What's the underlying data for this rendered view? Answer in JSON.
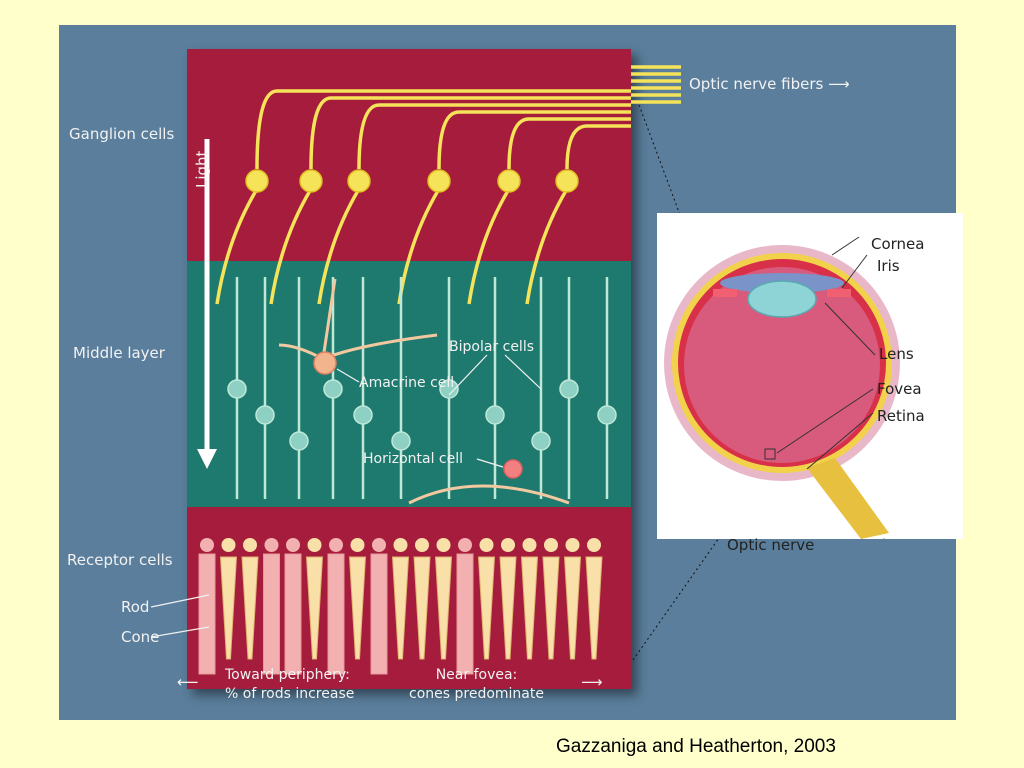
{
  "labels": {
    "light": "Light",
    "ganglion_cells": "Ganglion cells",
    "middle_layer": "Middle layer",
    "receptor_cells": "Receptor cells",
    "rod": "Rod",
    "cone": "Cone",
    "optic_nerve_fibers": "Optic nerve fibers",
    "bipolar_cells": "Bipolar cells",
    "amacrine_cell": "Amacrine cell",
    "horizontal_cell": "Horizontal cell",
    "toward_periphery_1": "Toward periphery:",
    "toward_periphery_2": "% of rods increase",
    "near_fovea_1": "Near fovea:",
    "near_fovea_2": "cones predominate"
  },
  "eye_labels": {
    "cornea": "Cornea",
    "iris": "Iris",
    "lens": "Lens",
    "fovea": "Fovea",
    "retina": "Retina",
    "optic_nerve": "Optic nerve"
  },
  "citation": "Gazzaniga and Heatherton, 2003",
  "colors": {
    "slide_background": "#FFFFCC",
    "figure_background": "#5A7E9B",
    "ganglion_layer": "#A61C3C",
    "middle_layer": "#1E7A6E",
    "receptor_layer": "#A61C3C",
    "ganglion_cell": "#F5E35A",
    "bipolar_cell": "#BFE8D8",
    "amacrine_cell": "#F2B48C",
    "rod_cell": "#F2B0B0",
    "cone_cell": "#F8E0A8"
  }
}
